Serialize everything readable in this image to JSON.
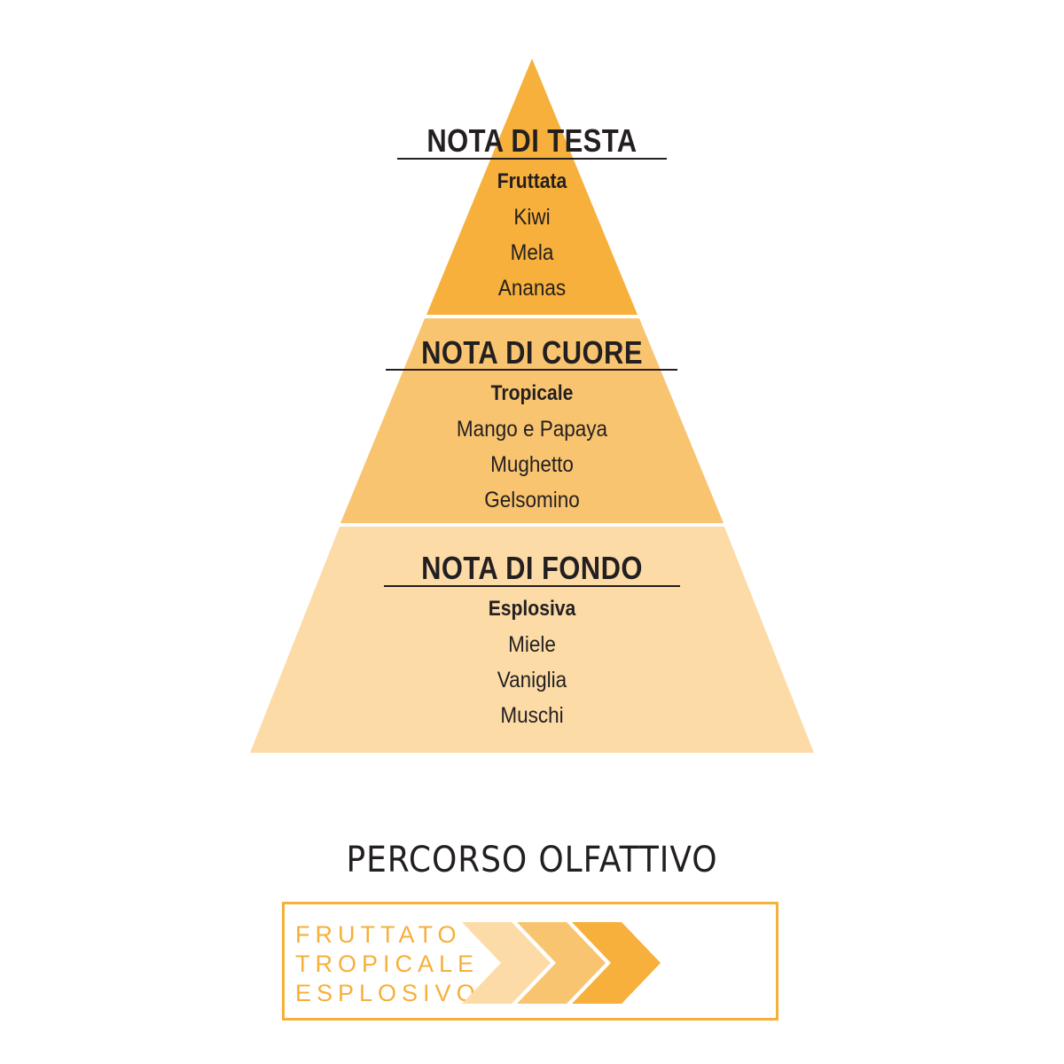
{
  "colors": {
    "top": "#f6b03b",
    "middle": "#f9c46f",
    "bottom": "#fcdba7",
    "text": "#231f20",
    "accent": "#f6b039"
  },
  "pyramid": {
    "tiers": [
      {
        "title": "NOTA DI TESTA",
        "category": "Fruttata",
        "items": [
          "Kiwi",
          "Mela",
          "Ananas"
        ]
      },
      {
        "title": "NOTA DI CUORE",
        "category": "Tropicale",
        "items": [
          "Mango e Papaya",
          "Mughetto",
          "Gelsomino"
        ]
      },
      {
        "title": "NOTA DI FONDO",
        "category": "Esplosiva",
        "items": [
          "Miele",
          "Vaniglia",
          "Muschi"
        ]
      }
    ]
  },
  "route": {
    "title": "PERCORSO OLFATTIVO",
    "labels": [
      "FRUTTATO",
      "TROPICALE",
      "ESPLOSIVO"
    ],
    "arrow_colors": [
      "#fcdba7",
      "#f9c46f",
      "#f6b03b"
    ]
  }
}
